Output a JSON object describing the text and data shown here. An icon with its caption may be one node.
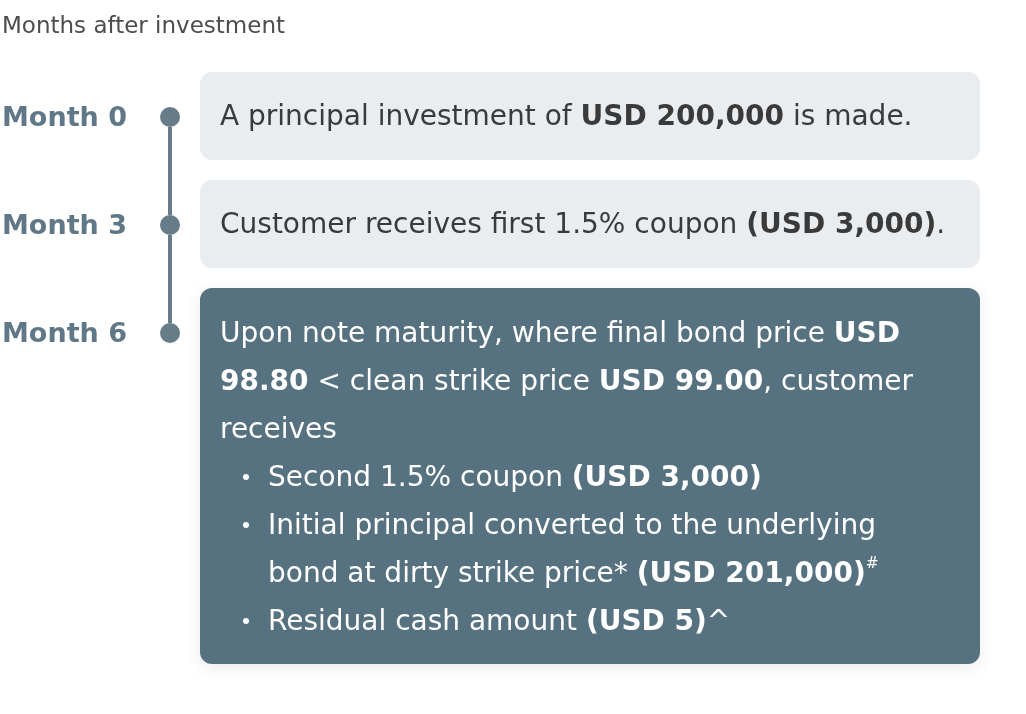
{
  "diagram": {
    "title": "Months after investment",
    "nodes": [
      {
        "text": [],
        "shape": "circle",
        "beside": [
          "Month 0"
        ]
      },
      {
        "text": [
          "A principal investment of **USD 200,000** is made."
        ]
      },
      {
        "text": [],
        "shape": "circle",
        "beside": [
          "Month 3"
        ]
      },
      {
        "text": [
          "Customer receives first 1.5% coupon **(USD 3,000)**."
        ]
      },
      {
        "text": [],
        "shape": "circle",
        "beside": [
          "Month 6"
        ]
      },
      {
        "text": [
          "Upon note maturity, where final bond price **USD 98.80** < clean strike price **USD 99.00**, customer receives",
          "Second 1.5% coupon **(USD 3,000)**",
          "Initial principal converted to the underlying bond at dirty strike price* **(USD 201,000)**$^{#}$",
          "Residual cash amount **(USD 5)**^"
        ]
      }
    ],
    "edges": [
      {
        "from": 0,
        "to": 2,
        "arrow": "none"
      },
      {
        "from": 2,
        "to": 4,
        "arrow": "none"
      }
    ]
  }
}
